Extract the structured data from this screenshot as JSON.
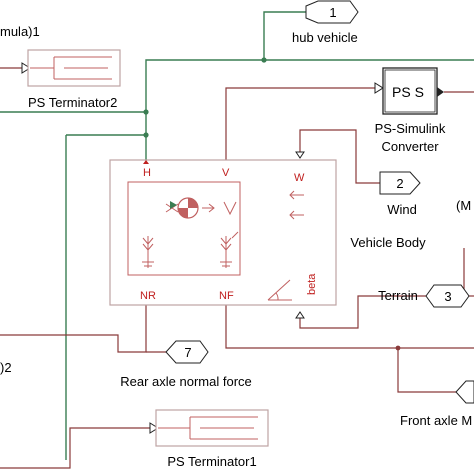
{
  "diagram": {
    "labels": {
      "left_top": "mula)1",
      "left_bottom": ")2",
      "hub_vehicle": "hub vehicle",
      "ps_terminator2": "PS Terminator2",
      "ps_terminator1": "PS Terminator1",
      "ps_simulink": "PS-Simulink",
      "converter": "Converter",
      "wind": "Wind",
      "vehicle_body": "Vehicle Body",
      "terrain": "Terrain",
      "rear_axle": "Rear axle normal force",
      "front_axle": "Front axle M",
      "right_partial": "(M"
    },
    "ports": {
      "p1": "1",
      "p2": "2",
      "p3": "3",
      "p7": "7"
    },
    "converter_text": "PS S",
    "block_ports": {
      "H": "H",
      "V": "V",
      "W": "W",
      "NR": "NR",
      "NF": "NF",
      "beta": "beta"
    },
    "colors": {
      "physical_line": "#3a7d52",
      "signal_line": "#8a3a3a",
      "port_label": "#c0201f",
      "block_border": "#bfa3a3"
    }
  }
}
